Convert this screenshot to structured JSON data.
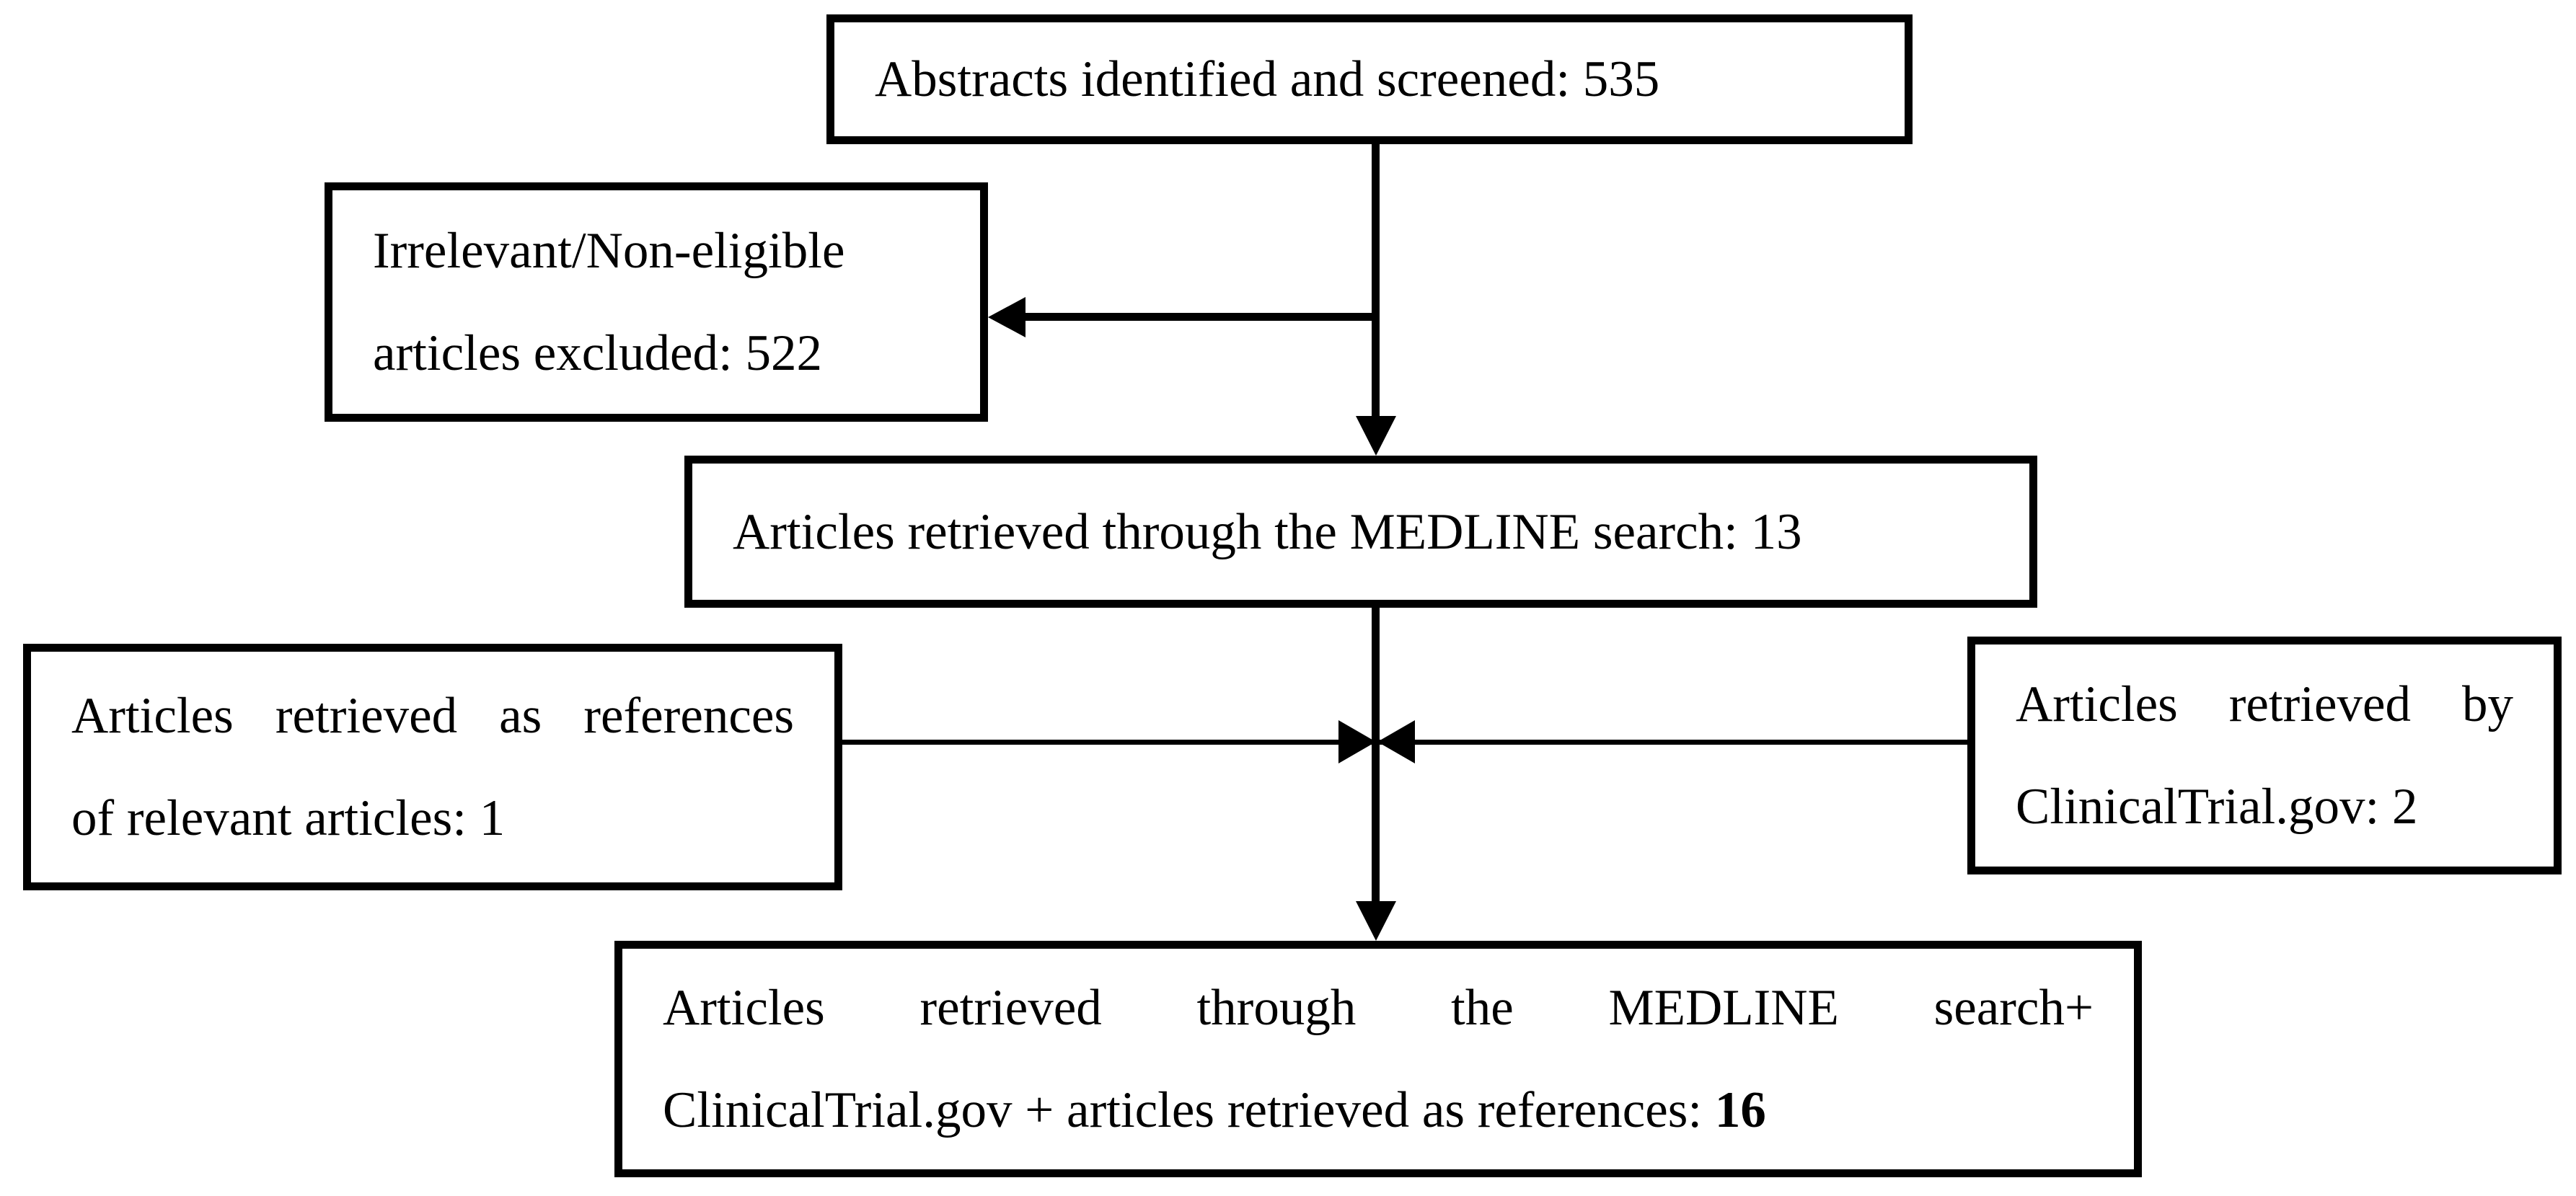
{
  "figure": {
    "type": "flowchart",
    "description": "Literature screening flow diagram",
    "background_color": "#ffffff",
    "line_color": "#000000"
  },
  "boxes": {
    "screened": {
      "text": "Abstracts identified and screened: 535"
    },
    "excluded": {
      "line1": "Irrelevant/Non-eligible",
      "line2": "articles excluded: 522"
    },
    "medline": {
      "text": "Articles retrieved through the MEDLINE search: 13"
    },
    "references": {
      "line1": "Articles retrieved as references",
      "line2": "of relevant articles: 1"
    },
    "clinicaltrial": {
      "line1": "Articles retrieved by",
      "line2": "ClinicalTrial.gov: 2"
    },
    "total": {
      "line1": "Articles retrieved through the MEDLINE search+",
      "line2_text": "ClinicalTrial.gov + articles retrieved as references: ",
      "line2_count": "16"
    }
  },
  "counts": {
    "abstracts_screened": 535,
    "excluded": 522,
    "medline_retrieved": 13,
    "reference_retrieved": 1,
    "clinicaltrialgov_retrieved": 2,
    "total_retrieved": 16
  }
}
